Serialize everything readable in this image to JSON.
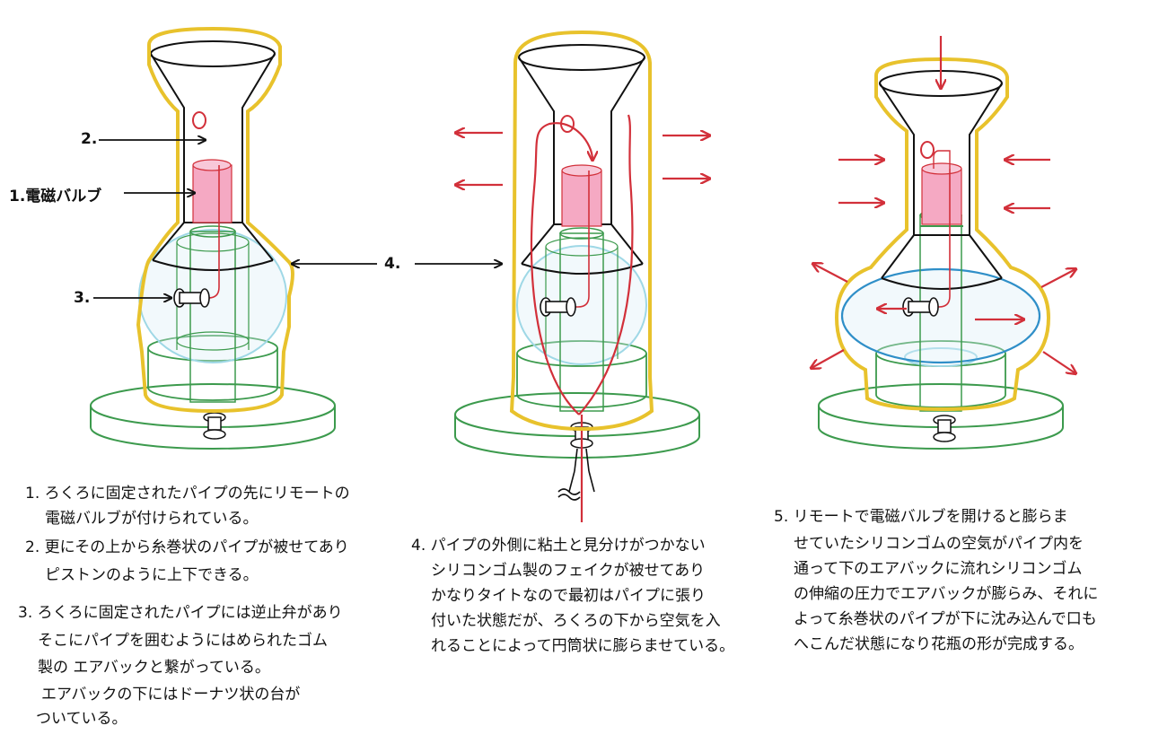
{
  "diagram": {
    "labels": {
      "l1": "1.電磁バルブ",
      "l2": "2.",
      "l3": "3.",
      "l4": "4."
    },
    "colors": {
      "yellow": "#e8c22c",
      "green": "#3c9a4d",
      "red": "#d2303a",
      "pink": "#f5a9c3",
      "lightblue": "#9fd8e6",
      "blue": "#2f8fc8",
      "black": "#111111"
    }
  },
  "notes": {
    "n1": [
      "1. ろくろに固定されたパイプの先にリモートの",
      "電磁バルブが付けられている。"
    ],
    "n2": [
      "2. 更にその上から糸巻状のパイプが被せてあり",
      "ピストンのように上下できる。"
    ],
    "n3": [
      "3. ろくろに固定されたパイプには逆止弁があり",
      "そこにパイプを囲むようにはめられたゴム",
      "製の エアバックと繋がっている。",
      "エアバックの下にはドーナツ状の台が",
      "ついている。"
    ],
    "n4": [
      "4. パイプの外側に粘土と見分けがつかない",
      "シリコンゴム製のフェイクが被せてあり",
      "かなりタイトなので最初はパイプに張り",
      "付いた状態だが、ろくろの下から空気を入",
      "れることによって円筒状に膨らませている。"
    ],
    "n5": [
      "5. リモートで電磁バルブを開けると膨らま",
      "せていたシリコンゴムの空気がパイプ内を",
      "通って下のエアバックに流れシリコンゴム",
      "の伸縮の圧力でエアバックが膨らみ、それに",
      "よって糸巻状のパイプが下に沈み込んで口も",
      "へこんだ状態になり花瓶の形が完成する。"
    ]
  }
}
